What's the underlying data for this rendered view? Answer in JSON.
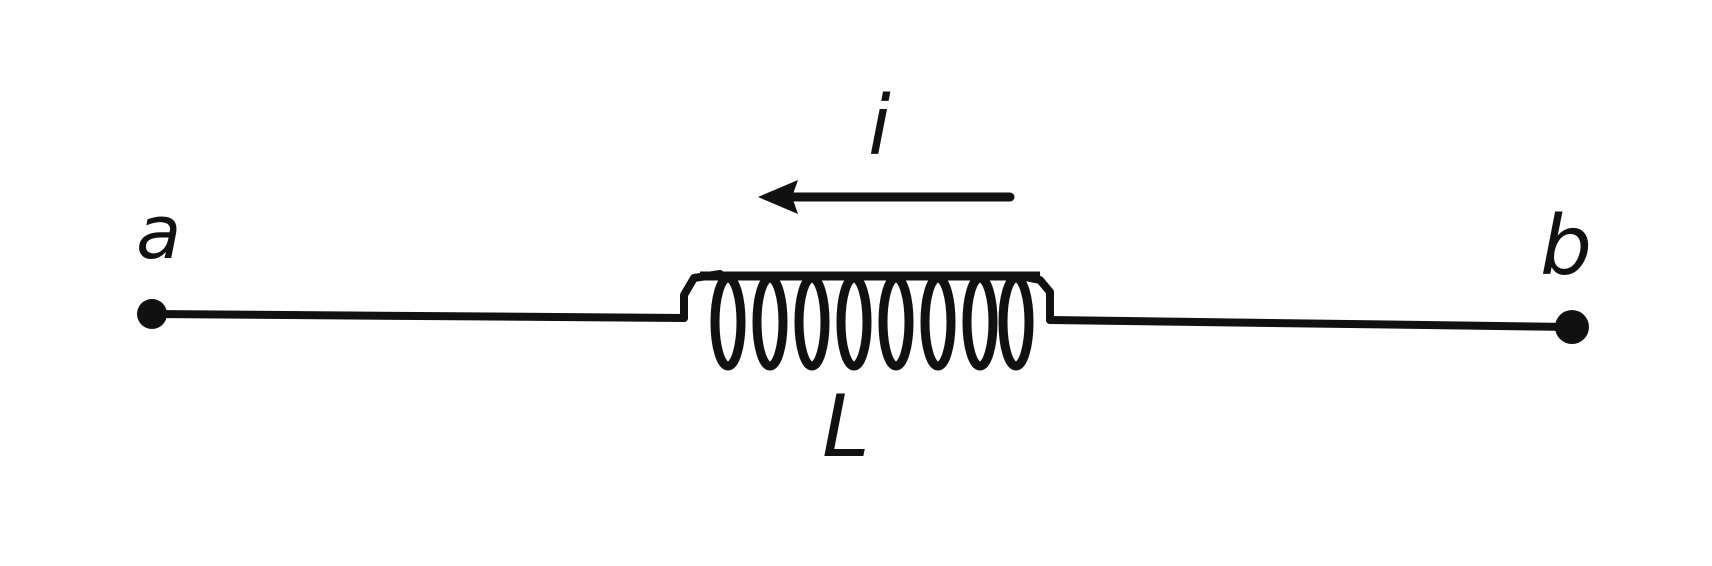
{
  "diagram": {
    "title": "",
    "type": "circuit-element",
    "colors": {
      "ink": "#111111",
      "background": "#ffffff"
    },
    "terminals": [
      {
        "id": "a",
        "label": "a"
      },
      {
        "id": "b",
        "label": "b"
      }
    ],
    "component": {
      "kind": "inductor",
      "label": "L",
      "turns": 8
    },
    "current": {
      "label": "i",
      "direction": "b-to-a (leftward)"
    }
  }
}
